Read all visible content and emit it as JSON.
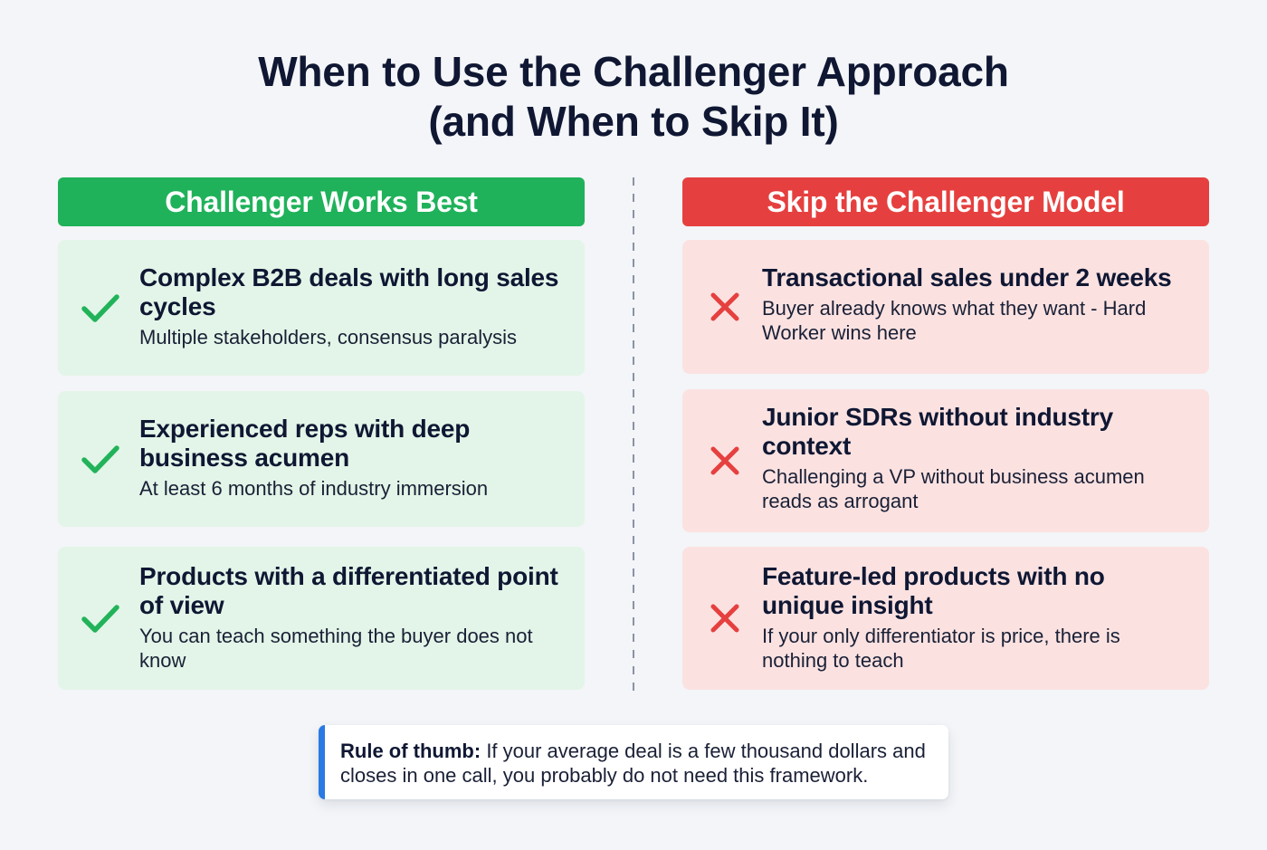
{
  "title": {
    "line1": "When to Use the Challenger Approach",
    "line2": "(and When to Skip It)"
  },
  "colors": {
    "background": "#f3f5f8",
    "text_dark": "#0f1733",
    "positive_header": "#1fb25a",
    "positive_card": "#e3f5e8",
    "positive_icon": "#22b35a",
    "negative_header": "#e5403f",
    "negative_card": "#fbe2e1",
    "negative_icon": "#e5403f",
    "callout_accent": "#2a7ae4",
    "divider": "#8a93a6"
  },
  "left_column": {
    "header": "Challenger Works Best",
    "icon": "check-icon",
    "items": [
      {
        "heading": "Complex B2B deals with long sales cycles",
        "description": "Multiple stakeholders, consensus paralysis"
      },
      {
        "heading": "Experienced reps with deep business acumen",
        "description": "At least 6 months of industry immersion"
      },
      {
        "heading": "Products with a differentiated point of view",
        "description": "You can teach something the buyer does not know"
      }
    ]
  },
  "right_column": {
    "header": "Skip the Challenger Model",
    "icon": "x-icon",
    "items": [
      {
        "heading": "Transactional sales under 2 weeks",
        "description": "Buyer already knows what they want - Hard Worker wins here"
      },
      {
        "heading": "Junior SDRs without industry context",
        "description": "Challenging a VP without business acumen reads as arrogant"
      },
      {
        "heading": "Feature-led products with no unique insight",
        "description": "If your only differentiator is price, there is nothing to teach"
      }
    ]
  },
  "callout": {
    "label": "Rule of thumb:",
    "text": " If your average deal is a few thousand dollars and closes in one call, you probably do not need this framework."
  }
}
